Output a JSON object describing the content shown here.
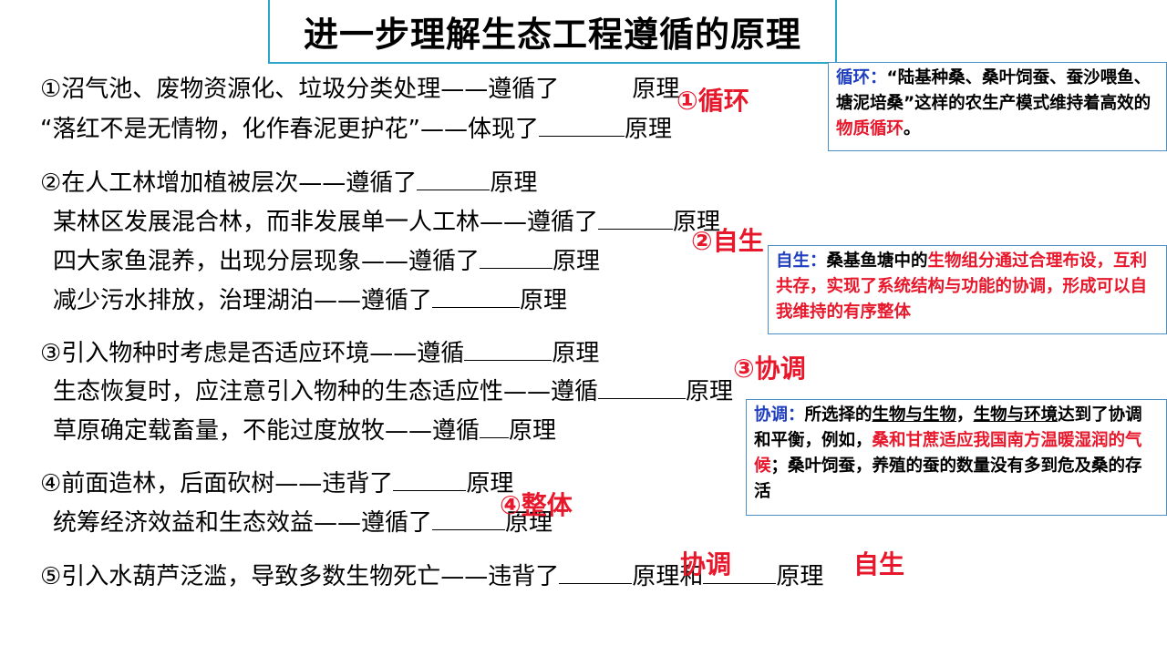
{
  "title": "进一步理解生态工程遵循的原理",
  "lines": {
    "l1a": "①沼气池、废物资源化、垃圾分类处理——遵循了",
    "l1b": "原理",
    "l2a": "“落红不是无情物，化作春泥更护花”——体现了",
    "l2b": "原理",
    "l3a": "②在人工林增加植被层次——遵循了",
    "l3b": "原理",
    "l4a": "某林区发展混合林，而非发展单一人工林——遵循了",
    "l4b": "原理",
    "l5a": "四大家鱼混养，出现分层现象——遵循了",
    "l5b": "原理",
    "l6a": "减少污水排放，治理湖泊——遵循了",
    "l6b": "原理",
    "l7a": "③引入物种时考虑是否适应环境——遵循",
    "l7b": "原理",
    "l8a": "生态恢复时，应注意引入物种的生态适应性——遵循",
    "l8b": "原理",
    "l9a": "草原确定载畜量，不能过度放牧——遵循",
    "l9b": "原理",
    "l10a": "④前面造林，后面砍树——违背了",
    "l10b": "原理",
    "l11a": "统筹经济效益和生态效益——遵循了",
    "l11b": "原理",
    "l12a": "⑤引入水葫芦泛滥，导致多数生物死亡——违背了",
    "l12b": "原理和",
    "l12c": "原理"
  },
  "answers": {
    "a1": "①循环",
    "a2": "②自生",
    "a3": "③协调",
    "a4": "④整体",
    "a5": "协调",
    "a6": "自生"
  },
  "notes": {
    "n1": {
      "head": "循环：",
      "p1": "“陆基种桑、桑叶饲蚕、蚕沙喂鱼、塘泥培桑”这样的农生产模式维持着高效的",
      "red": "物质循环",
      "end": "。"
    },
    "n2": {
      "head": "自生：",
      "p1": "桑基鱼塘中的",
      "red": "生物组分通过合理布设，互利共存，实现了系统结构与功能的协调，形成可以自我维持的有序整体"
    },
    "n3": {
      "head": "协调：",
      "p1": "所选择的",
      "u1": "生物与生物",
      "c1": "，",
      "u2": "生物与环境",
      "p2": "达到了协调和平衡，例如，",
      "red": "桑和甘蔗适应我国南方温暖湿润的气候",
      "p3": "；桑叶饲蚕，养殖的蚕的数量没有多到危及桑的存活"
    }
  },
  "colors": {
    "accent_red": "#e8182c",
    "head_blue": "#1f3fbf",
    "title_border": "#2ba6c8",
    "note_border": "#4a8fc8"
  }
}
